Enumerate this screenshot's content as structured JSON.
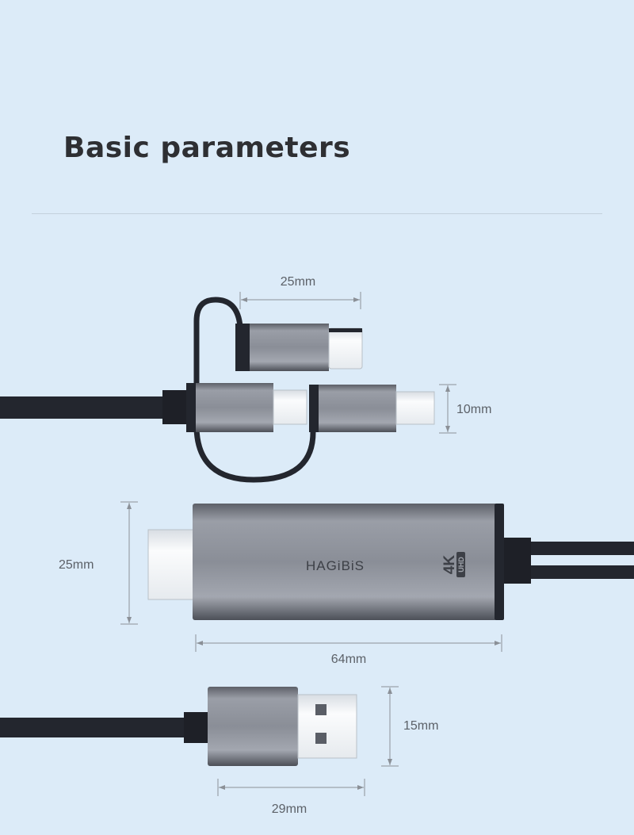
{
  "header": {
    "title": "Basic parameters"
  },
  "dimensions": {
    "adapter_length": "25mm",
    "adapter_height": "10mm",
    "hdmi_height": "25mm",
    "hdmi_length": "64mm",
    "usb_height": "15mm",
    "usb_length": "29mm"
  },
  "product": {
    "brand": "HAGiBiS",
    "badge_main": "4K",
    "badge_sub": "UHD"
  },
  "colors": {
    "background": "#dcebf8",
    "cable": "#23262e",
    "metal": "#8c9099"
  }
}
